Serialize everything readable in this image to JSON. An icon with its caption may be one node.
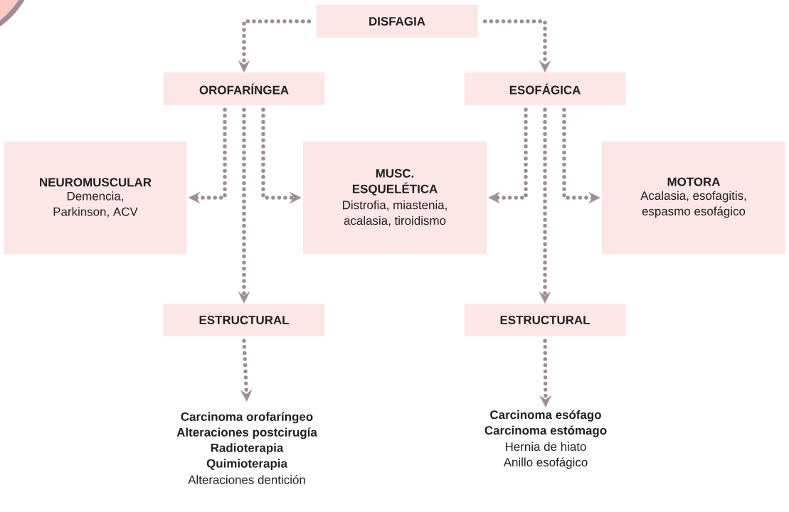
{
  "diagram": {
    "nodes": [
      {
        "text": [
          "DISFAGIA"
        ]
      },
      {
        "text": [
          "OROFARÍNGEA"
        ]
      },
      {
        "text": [
          "ESOFÁGICA"
        ]
      },
      {
        "text": [
          "NEUROMUSCULAR",
          "Demencia, Parkinson, ACV"
        ]
      },
      {
        "text": [
          "MUSC. ESQUELÉTICA",
          "Distrofia, miastenia, acalasia, tiroidismo"
        ]
      },
      {
        "text": [
          "MOTORA",
          "Acalasia, esofagitis, espasmo esofágico"
        ]
      },
      {
        "text": [
          "ESTRUCTURAL"
        ]
      },
      {
        "text": [
          "ESTRUCTURAL"
        ]
      },
      {
        "text": [
          "Carcinoma orofaríngeo Alteraciones postcirugía Radioterapia Quimioterapia",
          "Alteraciones dentición"
        ]
      },
      {
        "text": [
          "Carcinoma esófago Carcinoma estómago",
          "Hernia de hiato Anillo esofágico"
        ]
      }
    ],
    "edges": [
      {
        "from": 0,
        "to": 1,
        "arrow": "to"
      },
      {
        "from": 0,
        "to": 2,
        "arrow": "to"
      },
      {
        "from": 1,
        "to": 3,
        "arrow": "to"
      },
      {
        "from": 1,
        "to": 4,
        "arrow": "to"
      },
      {
        "from": 1,
        "to": 6,
        "arrow": "to"
      },
      {
        "from": 2,
        "to": 4,
        "arrow": "to"
      },
      {
        "from": 2,
        "to": 5,
        "arrow": "to"
      },
      {
        "from": 2,
        "to": 7,
        "arrow": "to"
      },
      {
        "from": 6,
        "to": 8,
        "arrow": "to"
      },
      {
        "from": 7,
        "to": 9,
        "arrow": "to"
      }
    ]
  }
}
